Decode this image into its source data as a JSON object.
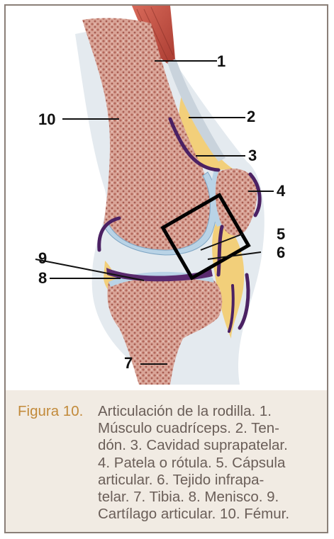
{
  "figure": {
    "labels": {
      "l1": "1",
      "l2": "2",
      "l3": "3",
      "l4": "4",
      "l5": "5",
      "l6": "6",
      "l7": "7",
      "l8": "8",
      "l9": "9",
      "l10": "10"
    }
  },
  "caption": {
    "label": "Figura 10.",
    "lines": [
      "Articulación de la rodilla. 1.",
      "Músculo cuadríceps. 2. Ten-",
      "dón. 3. Cavidad suprapatelar.",
      "4. Patela o rótula. 5. Cápsula",
      "articular. 6. Tejido infrapa-",
      "telar. 7. Tibia. 8. Menisco. 9.",
      "Cartílago articular. 10. Fémur."
    ]
  },
  "colors": {
    "bone": "#c98a7c",
    "cartilage": "#b9d3e6",
    "fat": "#f2cf7a",
    "tissue": "#e3e9ee",
    "capsule": "#4b2163",
    "muscle": "#c0564a",
    "caption_bg": "#f1ebe3",
    "caption_label": "#c28a3a",
    "frame": "#8a7f78"
  }
}
